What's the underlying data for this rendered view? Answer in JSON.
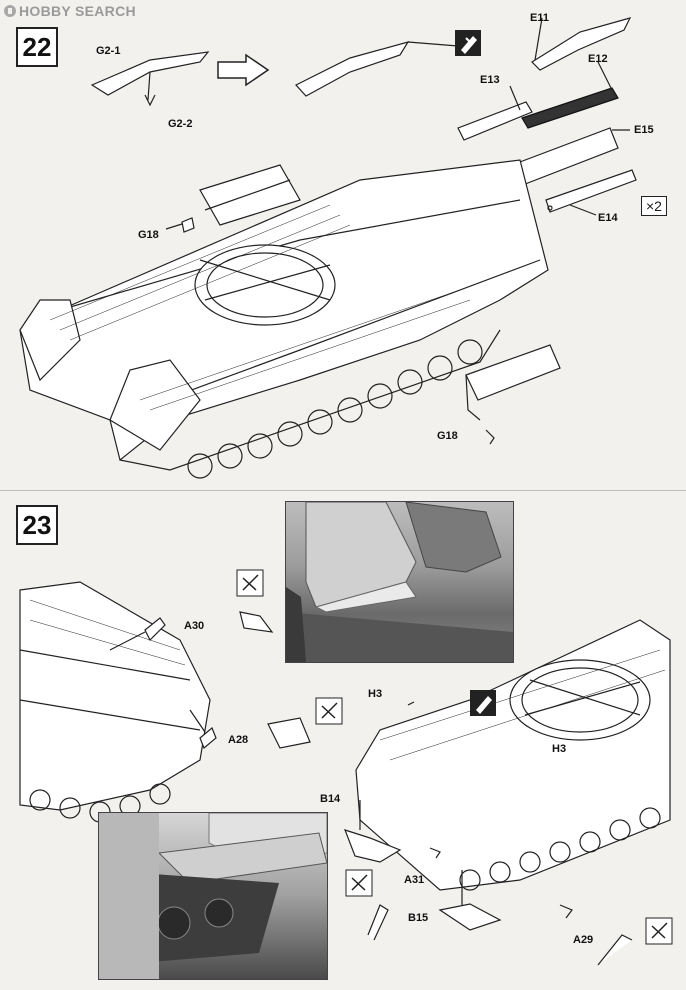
{
  "watermark": {
    "text": "HOBBY SEARCH"
  },
  "steps": [
    {
      "number": "22",
      "labels": {
        "g2_1": "G2-1",
        "g2_2": "G2-2",
        "e11": "E11",
        "e12": "E12",
        "e13": "E13",
        "e15": "E15",
        "e14": "E14",
        "g18_left": "G18",
        "g18_bottom": "G18"
      },
      "quantity": "×2"
    },
    {
      "number": "23",
      "labels": {
        "a30": "A30",
        "a28": "A28",
        "h3_top": "H3",
        "h3_mid": "H3",
        "b14": "B14",
        "a31": "A31",
        "b15": "B15",
        "a29": "A29"
      }
    }
  ],
  "icons": {
    "glue": "glue-icon",
    "cut": "cut-icon",
    "arrow": "arrow-right-icon"
  },
  "colors": {
    "paper": "#f2f1ee",
    "line": "#222222",
    "photo_dark": "#3a3a3a",
    "photo_light": "#c8c8c8"
  }
}
